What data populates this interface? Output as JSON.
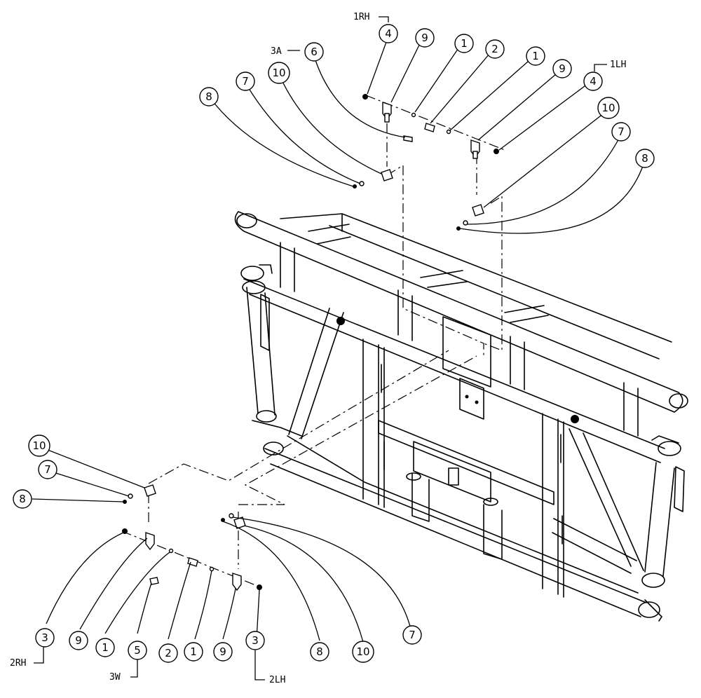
{
  "callouts": [
    {
      "id": "c4a",
      "label": "4"
    },
    {
      "id": "c9a",
      "label": "9"
    },
    {
      "id": "c1a",
      "label": "1"
    },
    {
      "id": "c2a",
      "label": "2"
    },
    {
      "id": "c1b",
      "label": "1"
    },
    {
      "id": "c9b",
      "label": "9"
    },
    {
      "id": "c4b",
      "label": "4"
    },
    {
      "id": "c6",
      "label": "6"
    },
    {
      "id": "c10a",
      "label": "10"
    },
    {
      "id": "c7a",
      "label": "7"
    },
    {
      "id": "c8a",
      "label": "8"
    },
    {
      "id": "c10b",
      "label": "10"
    },
    {
      "id": "c7b",
      "label": "7"
    },
    {
      "id": "c8b",
      "label": "8"
    },
    {
      "id": "c10c",
      "label": "10"
    },
    {
      "id": "c7c",
      "label": "7"
    },
    {
      "id": "c8c",
      "label": "8"
    },
    {
      "id": "c3a",
      "label": "3"
    },
    {
      "id": "c9c",
      "label": "9"
    },
    {
      "id": "c1c",
      "label": "1"
    },
    {
      "id": "c5",
      "label": "5"
    },
    {
      "id": "c2b",
      "label": "2"
    },
    {
      "id": "c1d",
      "label": "1"
    },
    {
      "id": "c9d",
      "label": "9"
    },
    {
      "id": "c3b",
      "label": "3"
    },
    {
      "id": "c8d",
      "label": "8"
    },
    {
      "id": "c10d",
      "label": "10"
    },
    {
      "id": "c7d",
      "label": "7"
    }
  ],
  "tags": {
    "t1rh": "1RH",
    "t1lh": "1LH",
    "t3a": "3A",
    "t2rh": "2RH",
    "t3w": "3W",
    "t2lh": "2LH"
  }
}
